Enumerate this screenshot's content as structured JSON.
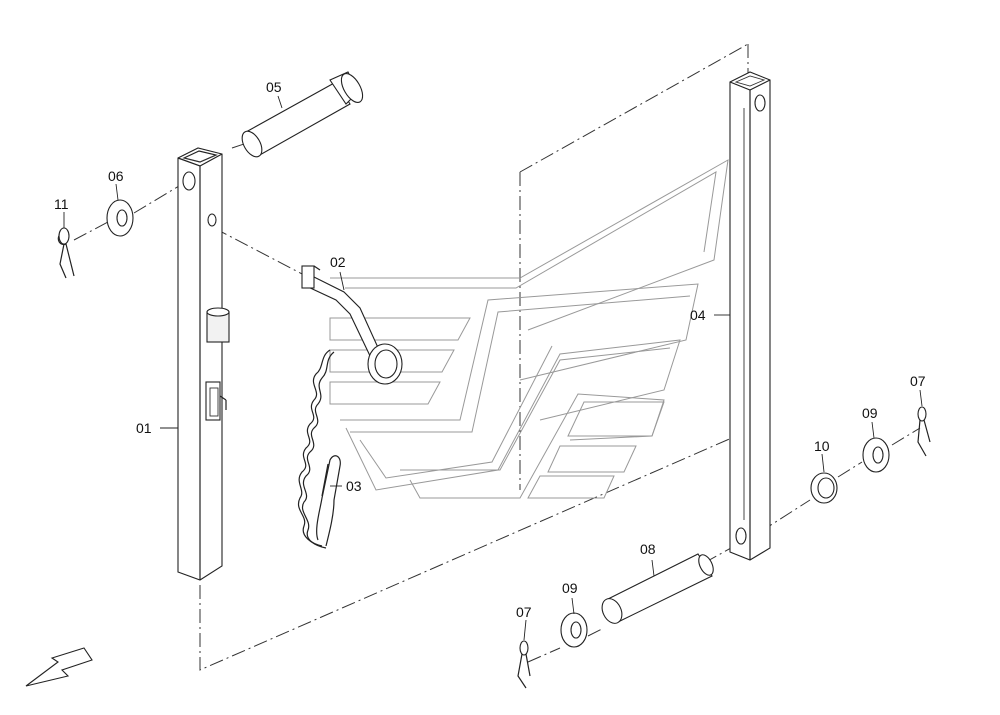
{
  "parts": [
    {
      "id": "01",
      "label": "01"
    },
    {
      "id": "02",
      "label": "02"
    },
    {
      "id": "03",
      "label": "03"
    },
    {
      "id": "04",
      "label": "04"
    },
    {
      "id": "05",
      "label": "05"
    },
    {
      "id": "06",
      "label": "06"
    },
    {
      "id": "07a",
      "label": "07"
    },
    {
      "id": "07b",
      "label": "07"
    },
    {
      "id": "08",
      "label": "08"
    },
    {
      "id": "09a",
      "label": "09"
    },
    {
      "id": "09b",
      "label": "09"
    },
    {
      "id": "10",
      "label": "10"
    },
    {
      "id": "11",
      "label": "11"
    }
  ],
  "colors": {
    "line": "#222222",
    "background": "#ffffff",
    "logo": "#999999"
  },
  "icons": {
    "direction": "arrow-down-left-icon"
  }
}
